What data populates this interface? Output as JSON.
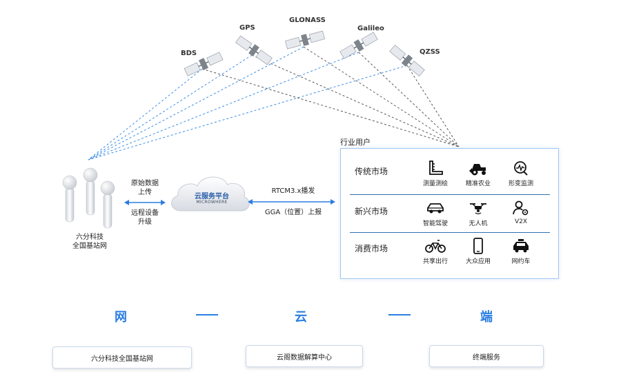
{
  "satellites": [
    {
      "label": "BDS"
    },
    {
      "label": "GPS"
    },
    {
      "label": "GLONASS"
    },
    {
      "label": "Galileo"
    },
    {
      "label": "QZSS"
    }
  ],
  "base_station": {
    "line1": "六分科技",
    "line2": "全国基站网"
  },
  "left_link": {
    "top_line1": "原始数据",
    "top_line2": "上传",
    "bottom_line1": "远程设备",
    "bottom_line2": "升级"
  },
  "cloud": {
    "title": "云服务平台",
    "subtitle": "MICROWHERE"
  },
  "right_link": {
    "top": "RTCM3.x播发",
    "bottom": "GGA（位置）上报"
  },
  "industry": {
    "title": "行业用户",
    "rows": [
      {
        "label": "传统市场",
        "items": [
          {
            "label": "测量测绘",
            "icon": "ruler-icon"
          },
          {
            "label": "精准农业",
            "icon": "tractor-icon"
          },
          {
            "label": "形变监测",
            "icon": "monitor-icon"
          }
        ]
      },
      {
        "label": "新兴市场",
        "items": [
          {
            "label": "智能驾驶",
            "icon": "car-icon"
          },
          {
            "label": "无人机",
            "icon": "drone-icon"
          },
          {
            "label": "V2X",
            "icon": "v2x-icon"
          }
        ]
      },
      {
        "label": "消费市场",
        "items": [
          {
            "label": "共享出行",
            "icon": "bike-icon"
          },
          {
            "label": "大众应用",
            "icon": "phone-icon"
          },
          {
            "label": "网约车",
            "icon": "taxi-icon"
          }
        ]
      }
    ]
  },
  "triad": {
    "net": "网",
    "cloud": "云",
    "end": "端"
  },
  "bottom_boxes": {
    "left": "六分科技全国基站网",
    "middle": "云阁数据解算中心",
    "right": "终端服务"
  },
  "colors": {
    "accent": "#2a7de1",
    "dashed_blue": "#3a8ee6",
    "dashed_gray": "#555555",
    "border": "#9fc6ee"
  }
}
